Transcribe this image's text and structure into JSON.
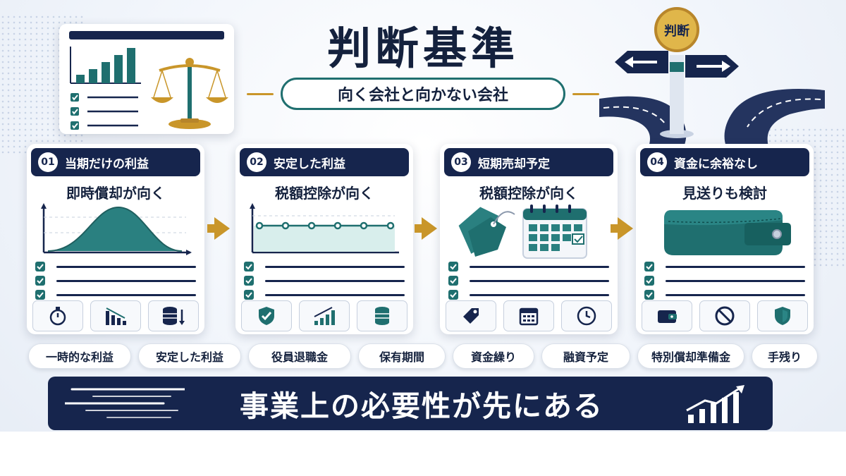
{
  "header": {
    "title": "判断基準",
    "subtitle": "向く会社と向かない会社",
    "signpost_label": "判断"
  },
  "colors": {
    "navy": "#16254d",
    "teal": "#1f6f6f",
    "gold": "#c9962a",
    "background": "#eef2f8"
  },
  "cards": [
    {
      "number": "01",
      "title": "当期だけの利益",
      "subtitle": "即時償却が向く",
      "visual": "bell-curve-chart",
      "icons": [
        "stopwatch-icon",
        "declining-bar-chart-icon",
        "coin-stack-down-icon"
      ]
    },
    {
      "number": "02",
      "title": "安定した利益",
      "subtitle": "税額控除が向く",
      "visual": "flat-line-chart",
      "icons": [
        "shield-check-icon",
        "rising-bar-chart-icon",
        "coin-stack-icon"
      ]
    },
    {
      "number": "03",
      "title": "短期売却予定",
      "subtitle": "税額控除が向く",
      "visual": "tags-and-calendar",
      "icons": [
        "price-tag-icon",
        "calendar-icon",
        "clock-icon"
      ]
    },
    {
      "number": "04",
      "title": "資金に余裕なし",
      "subtitle": "見送りも検討",
      "visual": "wallet",
      "icons": [
        "wallet-icon",
        "prohibited-icon",
        "shield-icon"
      ]
    }
  ],
  "pills": [
    "一時的な利益",
    "安定した利益",
    "役員退職金",
    "保有期間",
    "資金繰り",
    "融資予定",
    "特別償却準備金",
    "手残り"
  ],
  "banner": {
    "text": "事業上の必要性が先にある"
  }
}
